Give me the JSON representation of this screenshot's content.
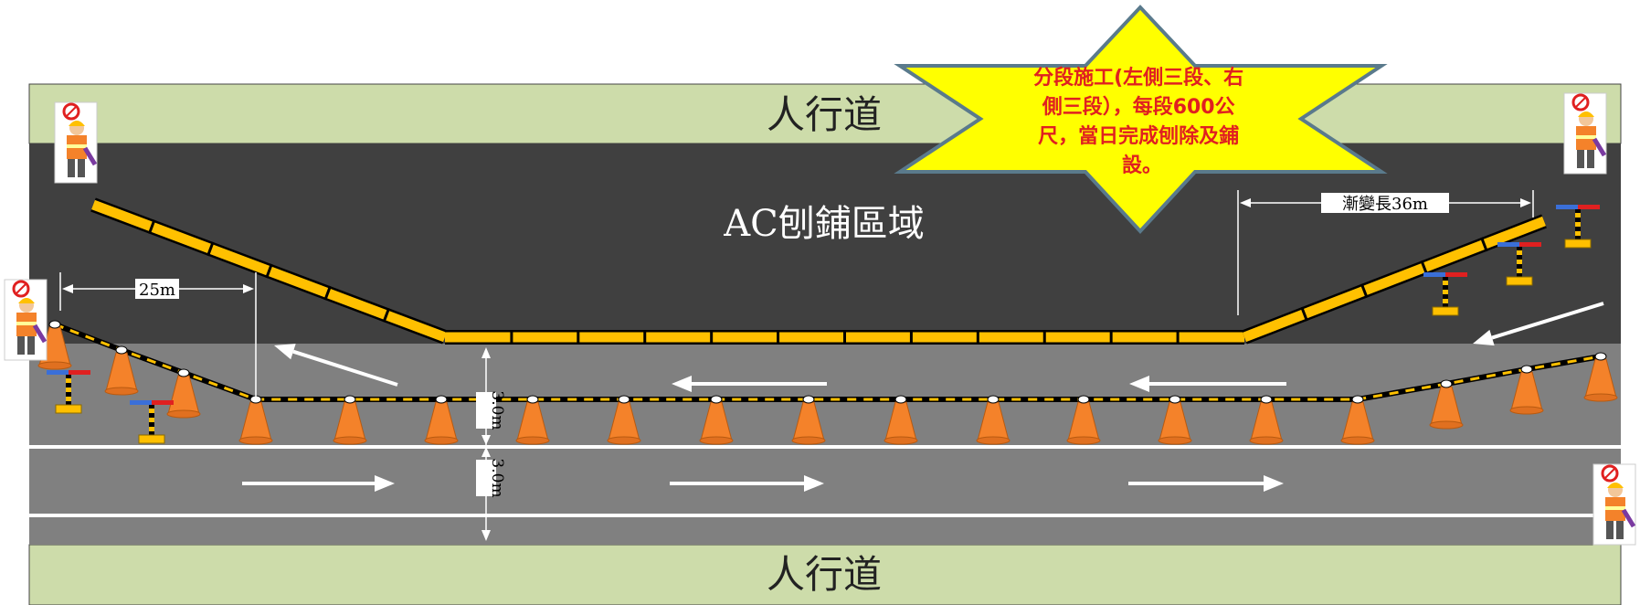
{
  "sidewalk_top_label": "人行道",
  "sidewalk_bottom_label": "人行道",
  "work_zone_label": "AC刨鋪區域",
  "callout": {
    "lines": [
      "分段施工(左側三段、右",
      "側三段），每段600公",
      "尺，當日完成刨除及鋪",
      "設。"
    ]
  },
  "dimensions": {
    "left_taper": "25m",
    "right_taper": "漸變長36m",
    "lane_width_1": "3.0m",
    "lane_width_2": "3.0m"
  },
  "colors": {
    "sidewalk": "#cddcaa",
    "asphalt_dark": "#404040",
    "lane_gray": "#808080",
    "barrier_yellow": "#ffc000",
    "cone_orange": "#f4822a",
    "callout_fill": "#ffff00",
    "callout_text": "#e02020"
  },
  "icons": [
    "flagger-worker-icon",
    "traffic-cone-icon",
    "warning-light-icon",
    "direction-arrow-icon"
  ]
}
